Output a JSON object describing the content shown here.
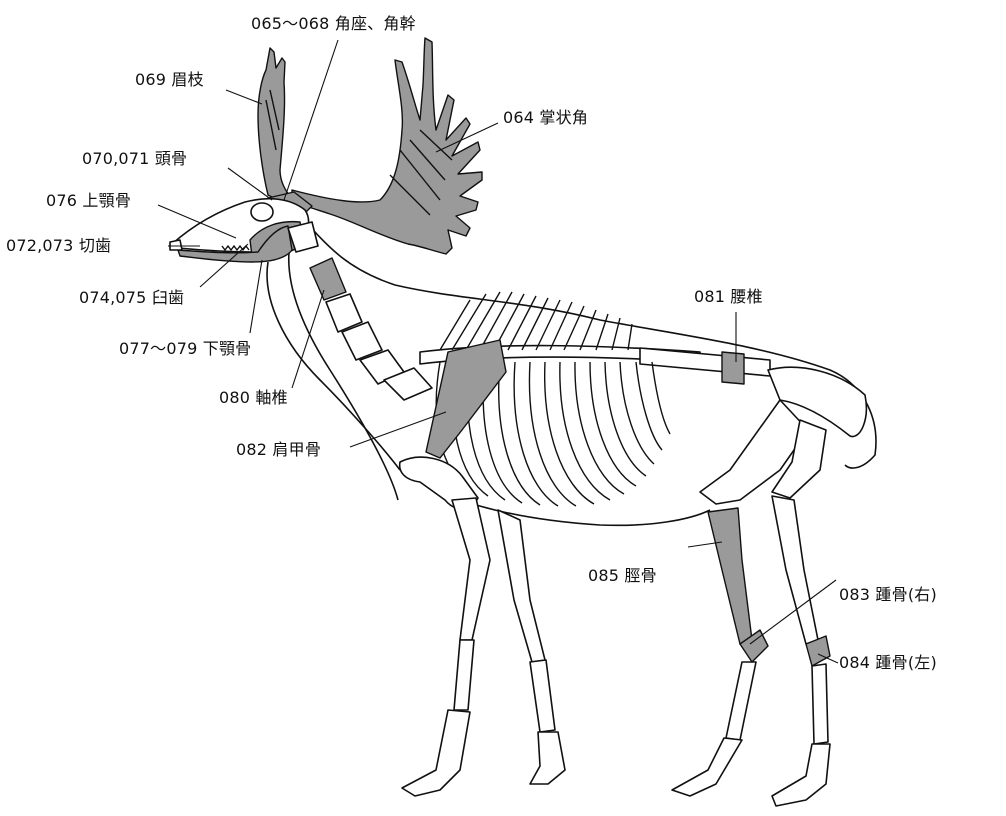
{
  "colors": {
    "highlight": "#9a9a9a",
    "line": "#111111",
    "background": "#ffffff"
  },
  "labels": {
    "palmate_antler": "064 掌状角",
    "antler_base_beam": "065～068 角座、角幹",
    "brow_tine": "069 眉枝",
    "skull": "070,071 頭骨",
    "incisor": "072,073 切歯",
    "molar": "074,075 臼歯",
    "maxilla": "076 上顎骨",
    "mandible": "077～079 下顎骨",
    "axis": "080 軸椎",
    "lumbar_vertebra": "081 腰椎",
    "scapula": "082 肩甲骨",
    "calcaneus_right": "083 踵骨(右)",
    "calcaneus_left": "084 踵骨(左)",
    "tibia": "085 脛骨"
  }
}
